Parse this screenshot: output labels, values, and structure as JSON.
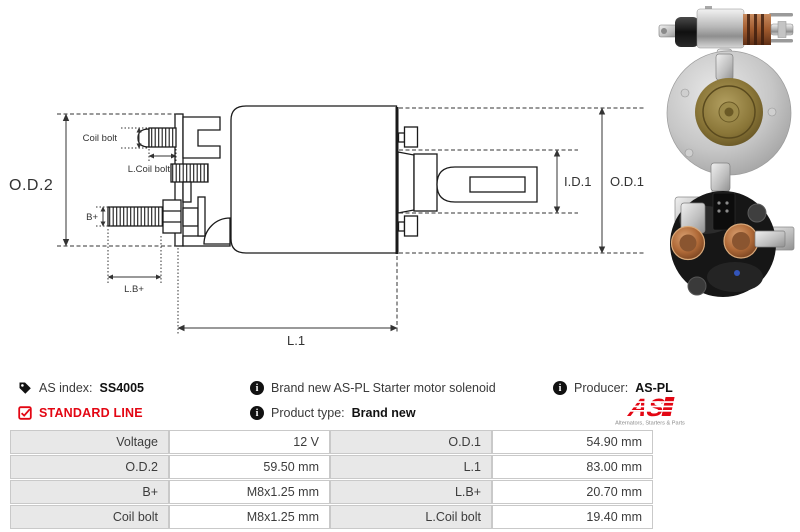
{
  "product": {
    "as_index_label": "AS index:",
    "as_index_value": "SS4005",
    "line_badge": "STANDARD LINE",
    "description": "Brand new AS-PL Starter motor solenoid",
    "product_type_label": "Product type:",
    "product_type_value": "Brand new",
    "producer_label": "Producer:",
    "producer_value": "AS-PL",
    "logo_text": "AS",
    "logo_tagline": "Alternators, Starters & Parts"
  },
  "diagram": {
    "labels": {
      "od2": "O.D.2",
      "coil_bolt": "Coil bolt",
      "l_coil_bolt": "L.Coil bolt",
      "b_plus": "B+",
      "l_b_plus": "L.B+",
      "l1": "L.1",
      "id1": "I.D.1",
      "od1": "O.D.1"
    }
  },
  "specs": {
    "rows": [
      {
        "label1": "Voltage",
        "value1": "12 V",
        "label2": "O.D.1",
        "value2": "54.90 mm"
      },
      {
        "label1": "O.D.2",
        "value1": "59.50 mm",
        "label2": "L.1",
        "value2": "83.00 mm"
      },
      {
        "label1": "B+",
        "value1": "M8x1.25 mm",
        "label2": "L.B+",
        "value2": "20.70 mm"
      },
      {
        "label1": "Coil bolt",
        "value1": "M8x1.25 mm",
        "label2": "L.Coil bolt",
        "value2": "19.40 mm"
      }
    ]
  },
  "colors": {
    "accent_red": "#e30613",
    "table_label_bg": "#e8e8e8",
    "table_border": "#c9c9c9",
    "line_color": "#1a1a1a"
  }
}
